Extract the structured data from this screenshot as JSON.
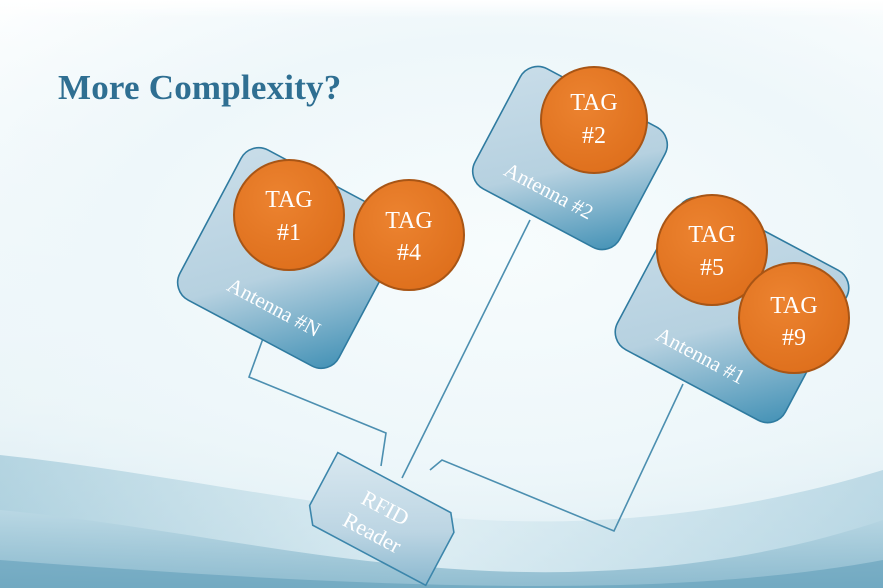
{
  "slide": {
    "title": "More Complexity?"
  },
  "diagram": {
    "reader": {
      "label_line1": "RFID",
      "label_line2": "Reader"
    },
    "antennas": [
      {
        "id": "antenna-n",
        "label": "Antenna #N"
      },
      {
        "id": "antenna-2",
        "label": "Antenna #2"
      },
      {
        "id": "antenna-1",
        "label": "Antenna #1"
      }
    ],
    "tags": [
      {
        "id": "tag-1",
        "line1": "TAG",
        "line2": "#1"
      },
      {
        "id": "tag-4",
        "line1": "TAG",
        "line2": "#4"
      },
      {
        "id": "tag-2",
        "line1": "TAG",
        "line2": "#2"
      },
      {
        "id": "tag-5",
        "line1": "TAG",
        "line2": "#5"
      },
      {
        "id": "tag-9",
        "line1": "TAG",
        "line2": "#9"
      }
    ]
  },
  "colors": {
    "title": "#2f6f92",
    "tag_fill": "#e5761f",
    "tag_stroke": "#a85515",
    "antenna_light": "#d6e6ef",
    "antenna_dark": "#3d8fb5",
    "cable": "#4c8fb0"
  }
}
